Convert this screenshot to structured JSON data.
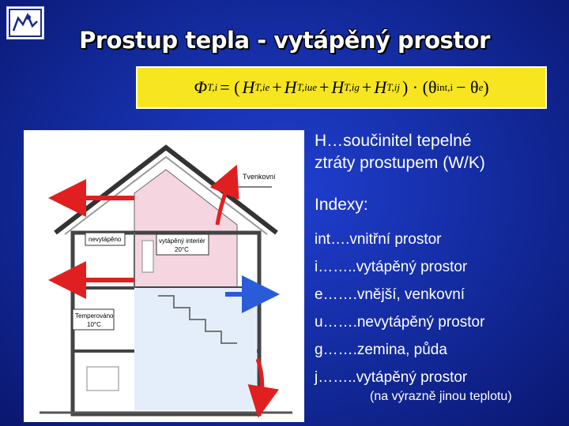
{
  "slide": {
    "title": "Prostup tepla - vytápěný prostor",
    "definition_line1": "H…součinitel tepelné",
    "definition_line2": "ztráty prostupem (W/K)",
    "indexes_heading": "Indexy:",
    "indexes": [
      "int….vnitřní prostor",
      "i……..vytápěný prostor",
      "e…….vnější, venkovní",
      "u…….nevytápěný prostor",
      "g…….zemina, půda",
      "j……..vytápěný prostor"
    ],
    "note": "(na výrazně jinou teplotu)"
  },
  "formula": {
    "lhs": "Φ",
    "lhs_sub": "T,i",
    "eq": "= (",
    "h_ie": "H",
    "h_ie_sub": "T,ie",
    "h_iue": "H",
    "h_iue_sub": "T,iue",
    "h_ig": "H",
    "h_ig_sub": "T,ig",
    "h_ij": "H",
    "h_ij_sub": "T,ij",
    "plus": "+",
    "mid": ") · (θ",
    "theta_int_sub": "int,i",
    "minus": "− θ",
    "theta_e_sub": "e",
    "close": ")"
  },
  "diagram": {
    "label_outdoor": "Tvenkovní",
    "label_unheated": "nevytápěno",
    "label_heated_room": "vytápěný interiér",
    "label_heated_room_temp": "20°C",
    "label_tempered": "Temperováno",
    "label_tempered_temp": "10°C"
  },
  "colors": {
    "formula_bg": "#f7e61f",
    "arrow_red": "#e02020",
    "arrow_blue": "#2a5bd8",
    "heated_fill": "#f5d6e0"
  }
}
